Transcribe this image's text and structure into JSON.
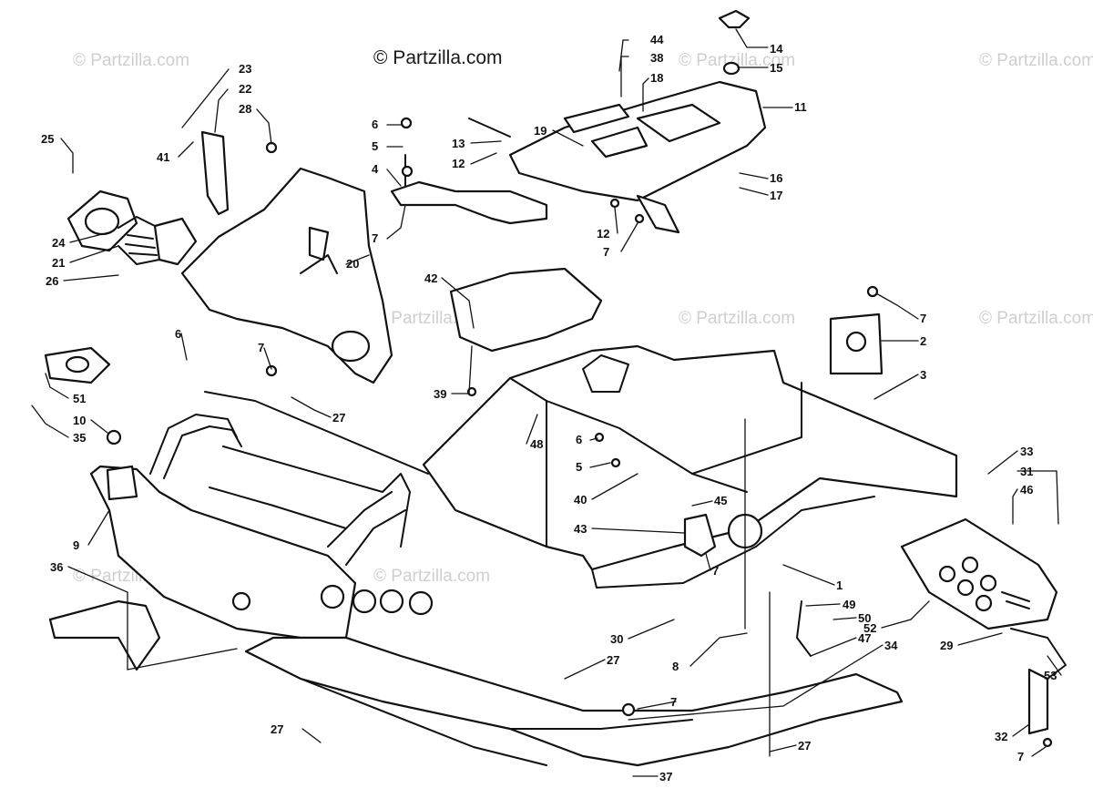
{
  "copyright": "© Partzilla.com",
  "watermarks": [
    "© Partzilla.com",
    "© Partzilla.com",
    "© Partzilla.com",
    "© Partzilla.com",
    "© Partzilla.com",
    "© Partzilla.com",
    "© Partzilla.com",
    "© Partzilla.com"
  ],
  "callouts": [
    "44",
    "38",
    "18",
    "14",
    "15",
    "11",
    "16",
    "17",
    "23",
    "22",
    "28",
    "41",
    "25",
    "6",
    "5",
    "4",
    "7",
    "13",
    "12",
    "19",
    "12",
    "7",
    "24",
    "21",
    "20",
    "26",
    "42",
    "39",
    "7",
    "2",
    "3",
    "6",
    "7",
    "27",
    "51",
    "35",
    "10",
    "48",
    "6",
    "5",
    "40",
    "45",
    "43",
    "7",
    "33",
    "31",
    "46",
    "9",
    "36",
    "1",
    "52",
    "29",
    "49",
    "50",
    "47",
    "30",
    "8",
    "27",
    "34",
    "53",
    "32",
    "7",
    "7",
    "27",
    "27",
    "37"
  ]
}
